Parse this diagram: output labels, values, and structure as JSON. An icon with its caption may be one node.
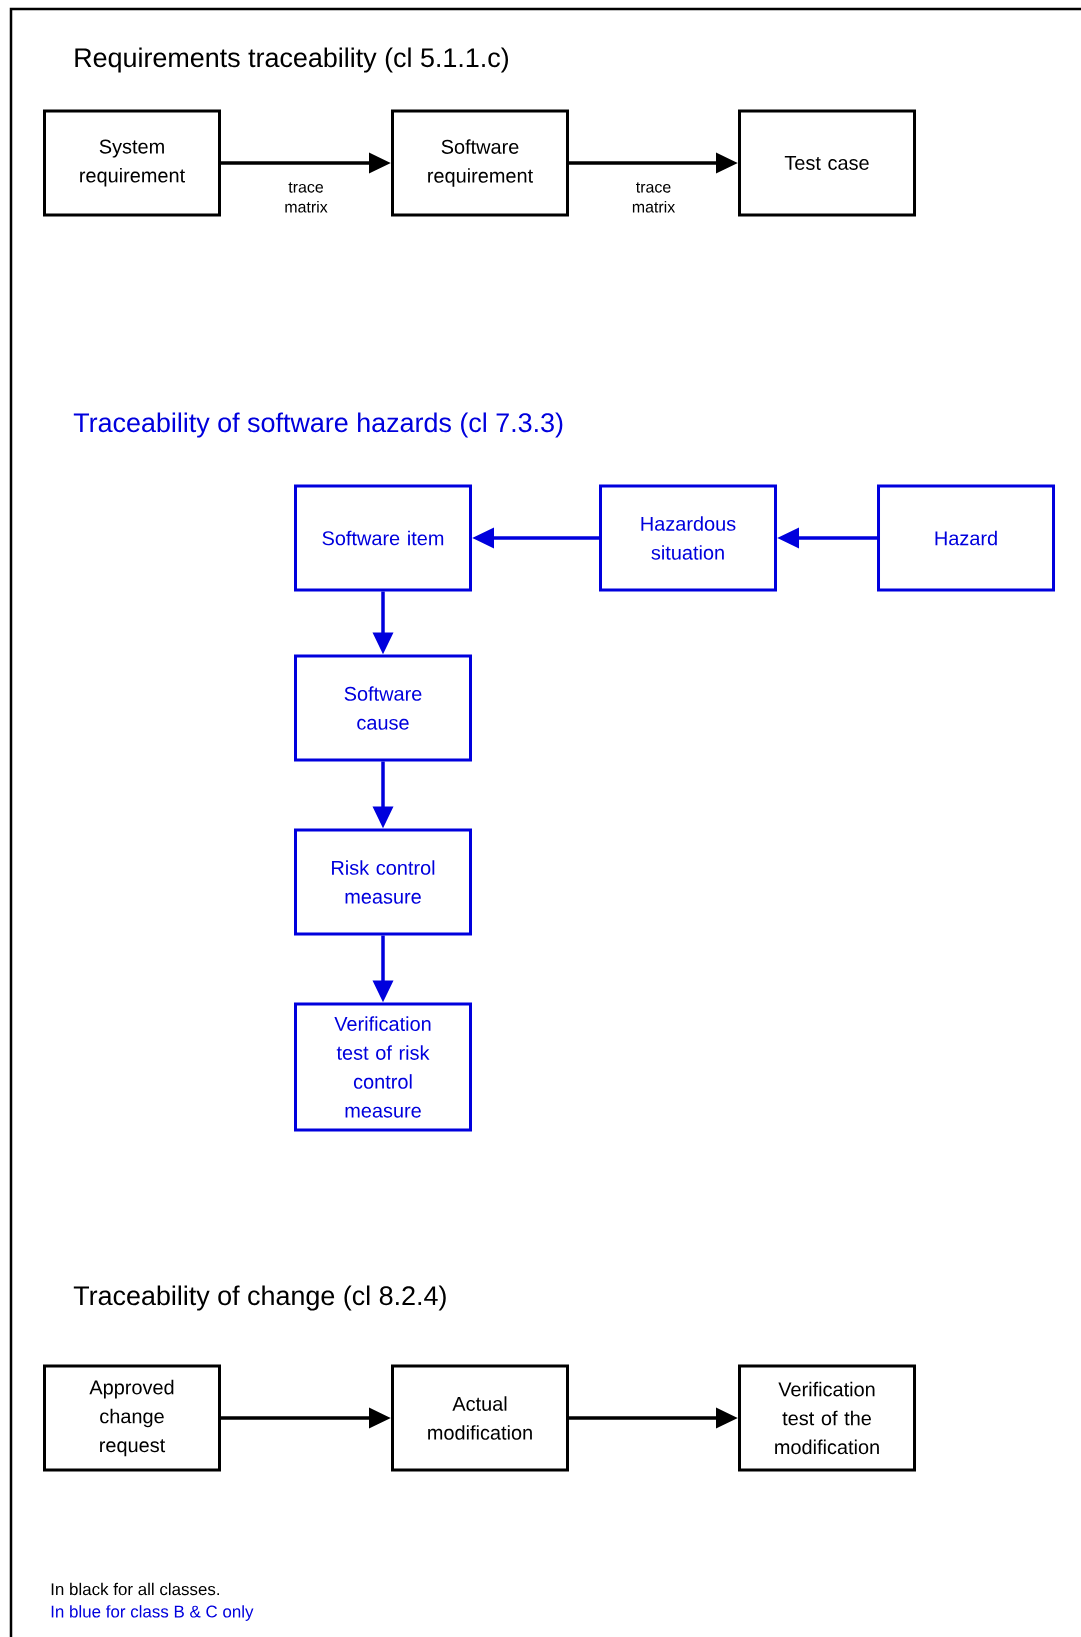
{
  "diagram": {
    "nodes": [
      {
        "text": [
          "System requirement"
        ]
      },
      {
        "text": [
          "Software requirement"
        ]
      },
      {
        "text": [
          "Test case"
        ]
      },
      {
        "text": [
          "Software item"
        ]
      },
      {
        "text": [
          "Hazardous situation"
        ]
      },
      {
        "text": [
          "Hazard"
        ]
      },
      {
        "text": [
          "Software cause"
        ]
      },
      {
        "text": [
          "Risk control measure"
        ]
      },
      {
        "text": [
          "Verification test of risk control measure"
        ]
      },
      {
        "text": [
          "Approved change request"
        ]
      },
      {
        "text": [
          "Actual modification"
        ]
      },
      {
        "text": [
          "Verification test of the modification"
        ]
      }
    ],
    "edges": [
      {
        "from": 0,
        "to": 1,
        "arrow": "to",
        "label": "trace matrix",
        "color": "#000000"
      },
      {
        "from": 1,
        "to": 2,
        "arrow": "to",
        "label": "trace matrix",
        "color": "#000000"
      },
      {
        "from": 5,
        "to": 4,
        "arrow": "to",
        "color": "#0000dd"
      },
      {
        "from": 4,
        "to": 3,
        "arrow": "to",
        "color": "#0000dd"
      },
      {
        "from": 3,
        "to": 6,
        "arrow": "to",
        "color": "#0000dd"
      },
      {
        "from": 6,
        "to": 7,
        "arrow": "to",
        "color": "#0000dd"
      },
      {
        "from": 7,
        "to": 8,
        "arrow": "to",
        "color": "#0000dd"
      },
      {
        "from": 9,
        "to": 10,
        "arrow": "to",
        "color": "#000000"
      },
      {
        "from": 10,
        "to": 11,
        "arrow": "to",
        "color": "#000000"
      }
    ],
    "labels": [
      "Requirements traceability (cl 5.1.1.c)",
      "Traceability of software hazards (cl 7.3.3)",
      "Traceability of change (cl 8.2.4)"
    ],
    "legend": [
      {
        "text": "In black for all classes.",
        "color": "#000000"
      },
      {
        "text": "In blue for class B & C only",
        "color": "#0000dd"
      }
    ]
  }
}
